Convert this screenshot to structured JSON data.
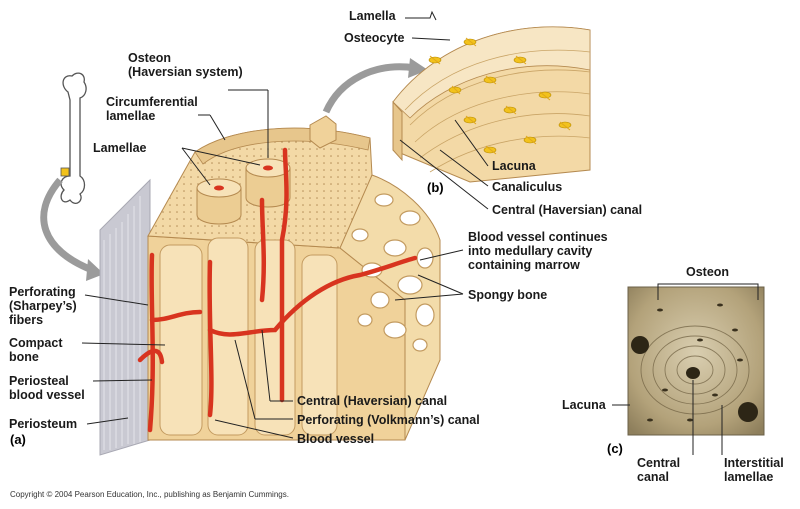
{
  "panels": {
    "a": "(a)",
    "b": "(b)",
    "c": "(c)"
  },
  "labels": {
    "lamella": "Lamella",
    "osteocyte": "Osteocyte",
    "osteon": "Osteon\n(Haversian system)",
    "circumferential": "Circumferential\nlamellae",
    "lamellae": "Lamellae",
    "lacuna_b": "Lacuna",
    "canaliculus": "Canaliculus",
    "central_canal_b": "Central (Haversian) canal",
    "blood_vessel_continues": "Blood vessel continues\ninto medullary cavity\ncontaining marrow",
    "spongy_bone": "Spongy bone",
    "perforating_sharpeys": "Perforating\n(Sharpey’s)\nfibers",
    "compact_bone": "Compact\nbone",
    "periosteal_vessel": "Periosteal\nblood vessel",
    "periosteum": "Periosteum",
    "central_canal_a": "Central (Haversian) canal",
    "perforating_volkmanns": "Perforating (Volkmann’s) canal",
    "blood_vessel": "Blood vessel",
    "osteon_c": "Osteon",
    "lacuna_c": "Lacuna",
    "central_canal_c": "Central\ncanal",
    "interstitial": "Interstitial\nlamellae"
  },
  "copyright": "Copyright © 2004 Pearson Education, Inc., publishing as Benjamin Cummings.",
  "colors": {
    "bone": "#f3d9a6",
    "bone_dark": "#e2bd80",
    "vessel": "#d8341f",
    "periosteum": "#c9c9d2",
    "osteocyte": "#f2c21c",
    "micrograph": "#b3a27a"
  }
}
